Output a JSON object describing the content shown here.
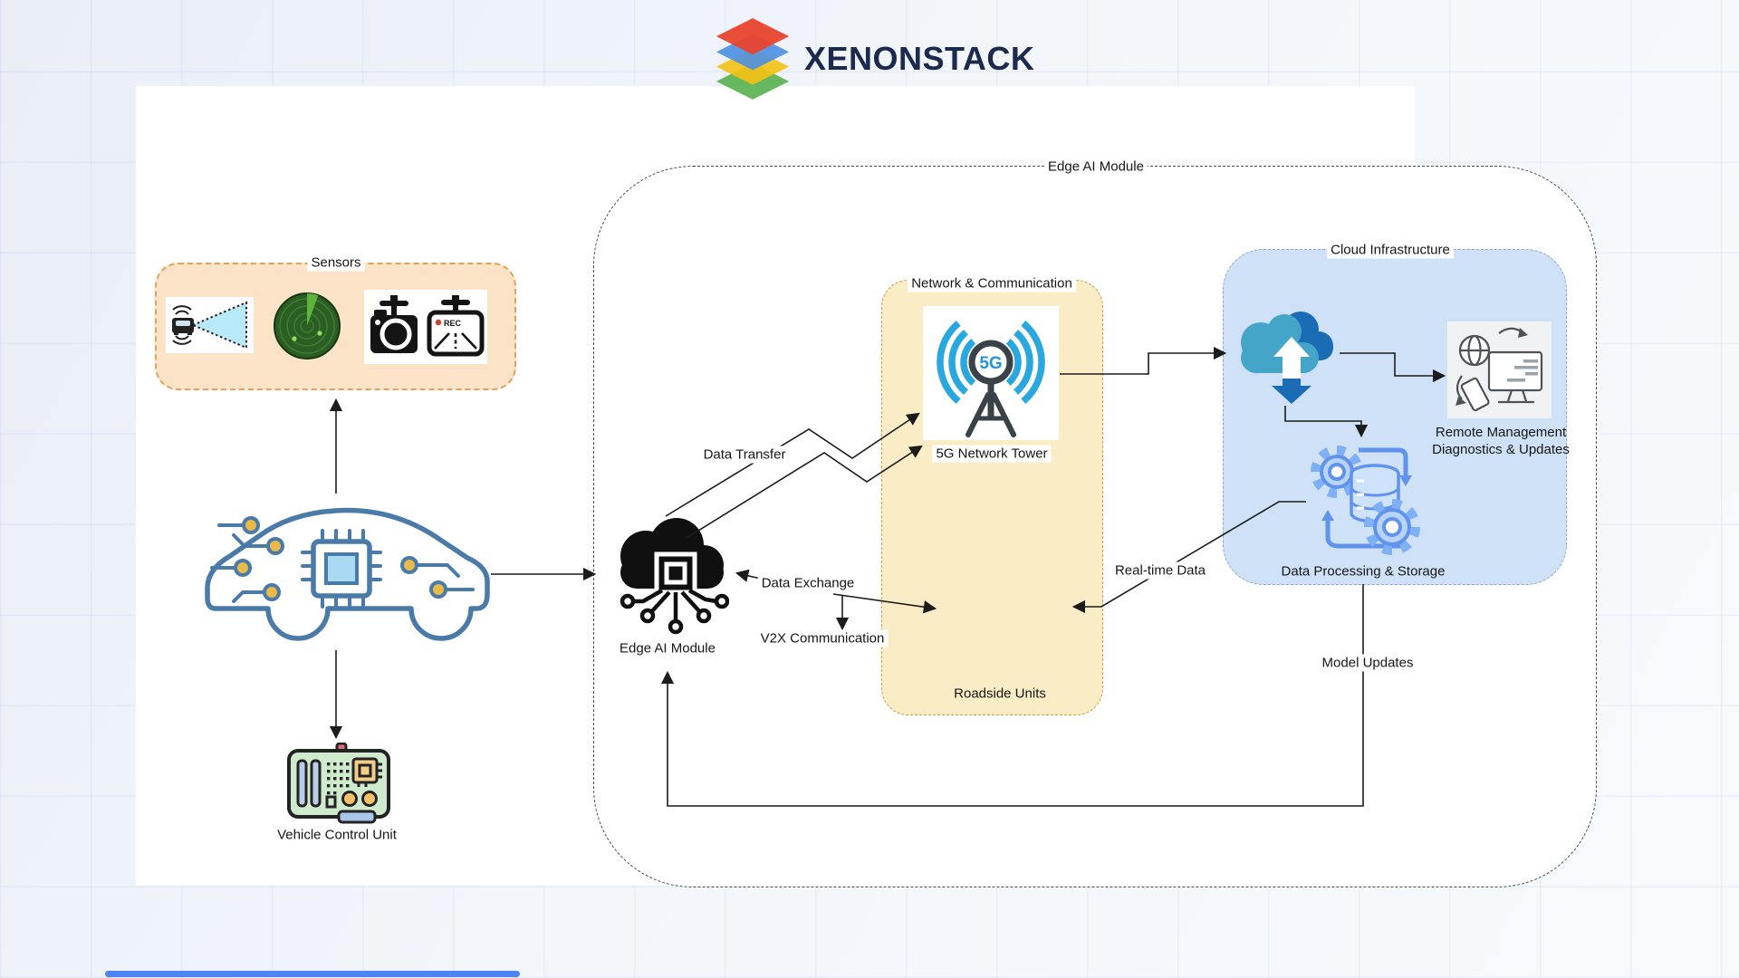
{
  "logo": {
    "text": "XENONSTACK"
  },
  "diagram": {
    "outer_label": "Edge AI Module",
    "sensors": {
      "label": "Sensors",
      "rec_text": "REC",
      "icons": [
        "ultrasonic-sensor-icon",
        "radar-icon",
        "camera-icon",
        "dashcam-icon"
      ]
    },
    "vehicle": {
      "car_icon": "connected-car-icon",
      "vcu_icon": "circuit-board-icon",
      "vcu_label": "Vehicle Control Unit"
    },
    "edge": {
      "icon": "cloud-chip-icon",
      "label": "Edge AI Module"
    },
    "network": {
      "label": "Network & Communication",
      "tower_text": "5G",
      "tower_label": "5G Network Tower",
      "roadside_label": "Roadside Units",
      "icon": "5g-tower-icon"
    },
    "cloud": {
      "label": "Cloud Infrastructure",
      "sync_icon": "cloud-sync-icon",
      "remote_icon": "remote-monitor-icon",
      "remote_line1": "Remote Management",
      "remote_line2": "Diagnostics & Updates",
      "processing_icon": "gears-database-icon",
      "processing_label": "Data Processing & Storage"
    },
    "flows": {
      "data_transfer": "Data Transfer",
      "data_exchange": "Data Exchange",
      "v2x": "V2X Communication",
      "realtime": "Real-time Data",
      "model_updates": "Model Updates"
    }
  },
  "colors": {
    "line": "#1c1c1c",
    "logo-text": "#1b2a4e",
    "logo-red": "#e8432d",
    "logo-blue": "#4b8fe2",
    "logo-yellow": "#f3c212",
    "logo-green": "#56b04c",
    "sensors-fill": "#fbe3c8",
    "sensors-border": "#dfa45c",
    "network-fill": "#faecc5",
    "network-border": "#cfa24a",
    "cloud-fill": "#cfe1f7",
    "cloud-border": "#93a9c4",
    "car-blue": "#4a7aa8",
    "node-yellow": "#e9b949",
    "tower-blue": "#29a8e0",
    "tower-dark": "#3a4148",
    "fiveg-text": "#2196d6",
    "scrollbar": "#4d84f7"
  }
}
